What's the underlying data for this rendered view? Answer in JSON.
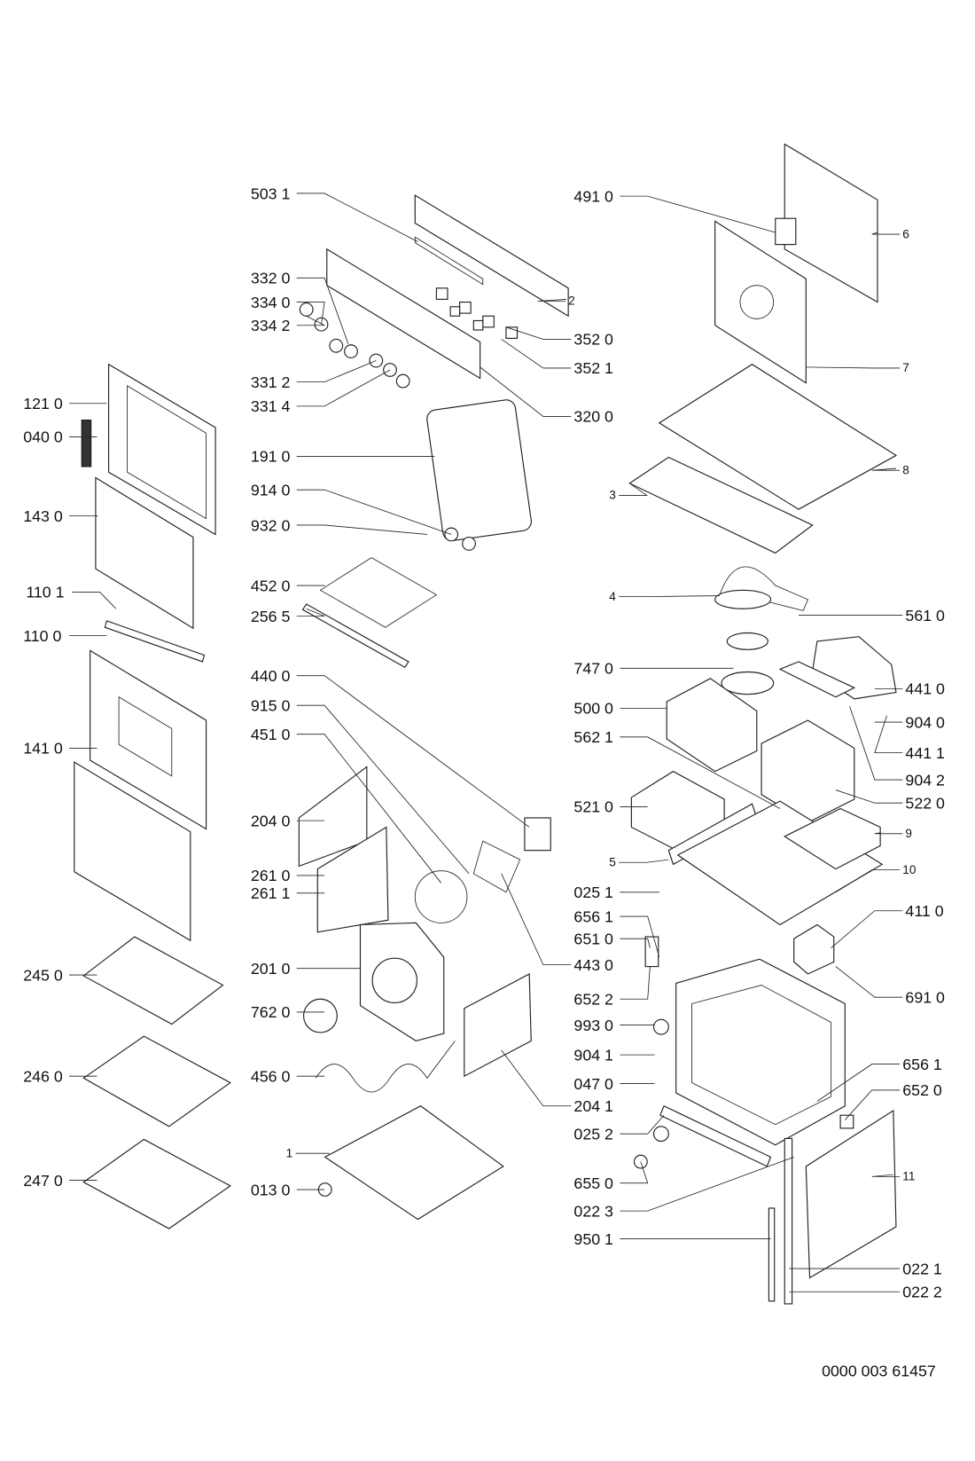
{
  "diagram": {
    "type": "exploded parts diagram",
    "drawing_number": "0000 003 61457",
    "labels": [
      "121 0",
      "040 0",
      "143 0",
      "110 1",
      "110 0",
      "141 0",
      "245 0",
      "246 0",
      "247 0",
      "503 1",
      "332 0",
      "334 0",
      "334 2",
      "331 2",
      "331 4",
      "191 0",
      "914 0",
      "932 0",
      "452 0",
      "256 5",
      "440 0",
      "915 0",
      "451 0",
      "204 0",
      "261 0",
      "261 1",
      "201 0",
      "762 0",
      "456 0",
      "1",
      "013 0",
      "491 0",
      "352 0",
      "352 1",
      "320 0",
      "2",
      "3",
      "4",
      "747 0",
      "500 0",
      "562 1",
      "521 0",
      "5",
      "025 1",
      "656 1",
      "651 0",
      "443 0",
      "652 2",
      "993 0",
      "904 1",
      "047 0",
      "204 1",
      "025 2",
      "655 0",
      "022 3",
      "950 1",
      "6",
      "7",
      "8",
      "561 0",
      "441 0",
      "904 0",
      "441 1",
      "904 2",
      "522 0",
      "9",
      "10",
      "411 0",
      "691 0",
      "656 1",
      "652 0",
      "11",
      "022 1",
      "022 2"
    ]
  }
}
